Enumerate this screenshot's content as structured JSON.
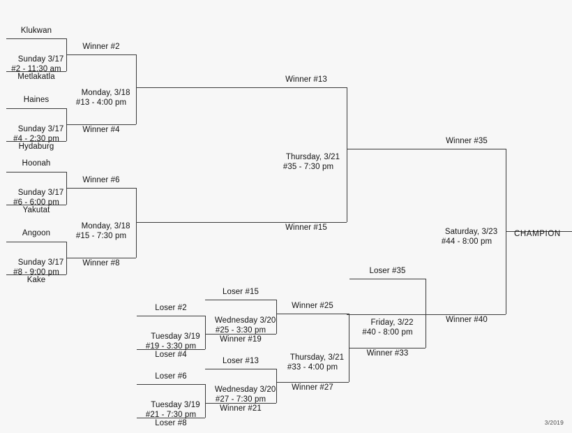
{
  "meta": {
    "stamp": "3/2019",
    "champion_label": "CHAMPION",
    "line_color": "#3a3a3a",
    "background_color": "#f7f7f7",
    "text_color": "#111111"
  },
  "winners_bracket": {
    "round1": [
      {
        "top_slot": "Klukwan",
        "bottom_slot": "Metlakatla",
        "date": "Sunday 3/17",
        "game": "#2 - 11:30 am"
      },
      {
        "top_slot": "Haines",
        "bottom_slot": "Hydaburg",
        "date": "Sunday 3/17",
        "game": "#4 - 2:30 pm"
      },
      {
        "top_slot": "Hoonah",
        "bottom_slot": "Yakutat",
        "date": "Sunday 3/17",
        "game": "#6 - 6:00 pm"
      },
      {
        "top_slot": "Angoon",
        "bottom_slot": "Kake",
        "date": "Sunday 3/17",
        "game": "#8 - 9:00 pm"
      }
    ],
    "round2": [
      {
        "top_slot": "Winner #2",
        "bottom_slot": "Winner #4",
        "date": "Monday, 3/18",
        "game": "#13 - 4:00 pm"
      },
      {
        "top_slot": "Winner #6",
        "bottom_slot": "Winner #8",
        "date": "Monday, 3/18",
        "game": "#15 - 7:30 pm"
      }
    ],
    "semifinal": {
      "top_slot": "Winner #13",
      "bottom_slot": "Winner #15",
      "date": "Thursday, 3/21",
      "game": "#35 - 7:30 pm"
    },
    "final": {
      "top_slot": "Winner #35",
      "bottom_slot": "Winner #40",
      "date": "Saturday, 3/23",
      "game": "#44 - 8:00 pm"
    }
  },
  "losers_bracket": {
    "round1": [
      {
        "top_slot": "Loser #2",
        "bottom_slot": "Loser #4",
        "date": "Tuesday 3/19",
        "game": "#19 - 3:30 pm"
      },
      {
        "top_slot": "Loser #6",
        "bottom_slot": "Loser #8",
        "date": "Tuesday 3/19",
        "game": "#21 - 7:30 pm"
      }
    ],
    "round2": [
      {
        "top_slot": "Loser #15",
        "bottom_slot": "Winner #19",
        "date": "Wednesday 3/20",
        "game": "#25 - 3:30 pm"
      },
      {
        "top_slot": "Loser #13",
        "bottom_slot": "Winner #21",
        "date": "Wednesday 3/20",
        "game": "#27 - 7:30 pm"
      }
    ],
    "round3": {
      "top_slot": "Winner #25",
      "bottom_slot": "Winner #27",
      "date": "Thursday, 3/21",
      "game": "#33 - 4:00 pm"
    },
    "round4": {
      "top_slot": "Loser #35",
      "bottom_slot": "Winner #33",
      "date": "Friday, 3/22",
      "game": "#40 - 8:00 pm"
    }
  }
}
